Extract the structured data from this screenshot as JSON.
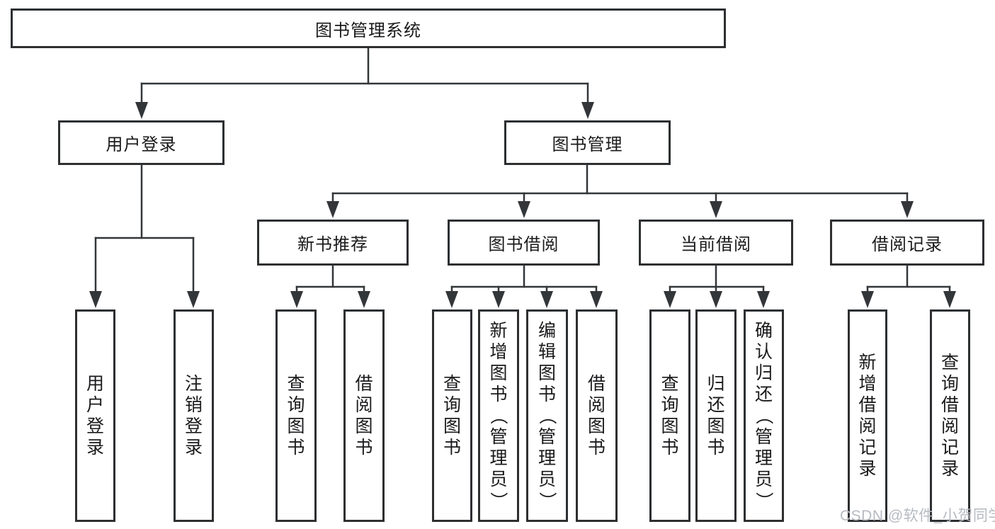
{
  "tree": {
    "root": {
      "label": "图书管理系统"
    },
    "level2": [
      {
        "label": "用户登录",
        "children": [
          {
            "label": "用户登录"
          },
          {
            "label": "注销登录"
          }
        ]
      },
      {
        "label": "图书管理",
        "children": [
          {
            "label": "新书推荐",
            "children": [
              {
                "label": "查询图书"
              },
              {
                "label": "借阅图书"
              }
            ]
          },
          {
            "label": "图书借阅",
            "children": [
              {
                "label": "查询图书"
              },
              {
                "label": "新增图书（管理员）"
              },
              {
                "label": "编辑图书（管理员）"
              },
              {
                "label": "借阅图书"
              }
            ]
          },
          {
            "label": "当前借阅",
            "children": [
              {
                "label": "查询图书"
              },
              {
                "label": "归还图书"
              },
              {
                "label": "确认归还（管理员）"
              }
            ]
          },
          {
            "label": "借阅记录",
            "children": [
              {
                "label": "新增借阅记录"
              },
              {
                "label": "查询借阅记录"
              }
            ]
          }
        ]
      }
    ]
  },
  "watermark": "CSDN @软件_小贺同学"
}
